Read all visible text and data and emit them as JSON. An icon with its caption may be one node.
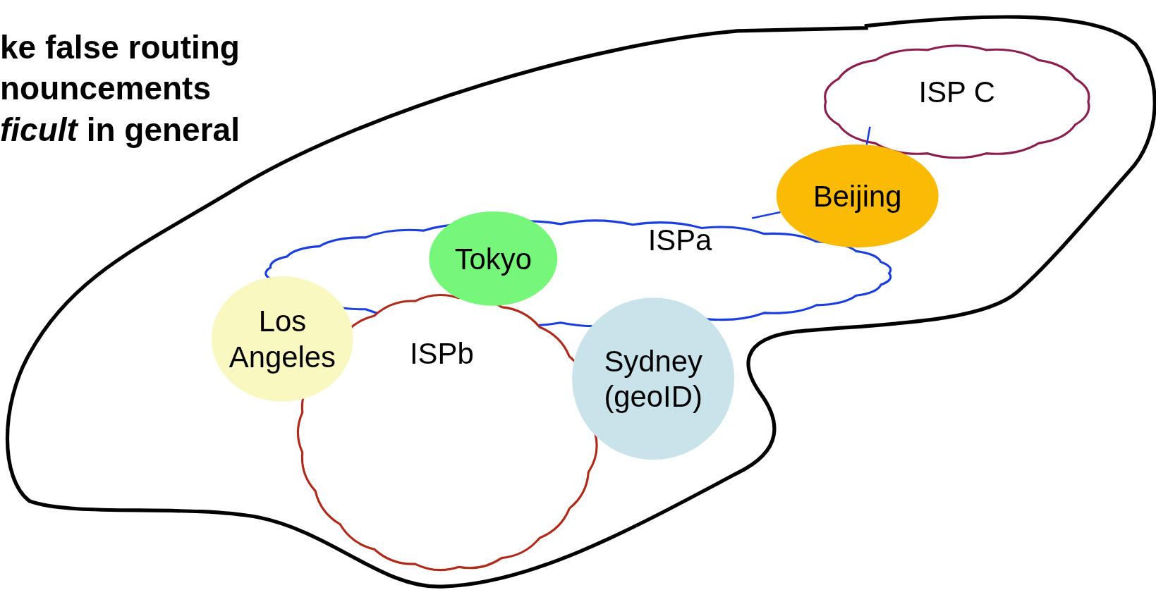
{
  "diagram": {
    "nodes": [
      {
        "text": [
          "ISP C"
        ]
      },
      {
        "text": [
          "Beijing"
        ]
      },
      {
        "text": [
          "ISPa"
        ]
      },
      {
        "text": [
          "Tokyo"
        ]
      },
      {
        "text": [
          "Los Angeles"
        ]
      },
      {
        "text": [
          "ISPb"
        ]
      },
      {
        "text": [
          "Sydney (geoID)"
        ]
      }
    ],
    "edges": [
      {
        "from": 2,
        "to": 1,
        "arrow": "none"
      },
      {
        "from": 1,
        "to": 0,
        "arrow": "none"
      }
    ],
    "labels": [
      "ke false routing nouncements *ficult* in general"
    ]
  }
}
